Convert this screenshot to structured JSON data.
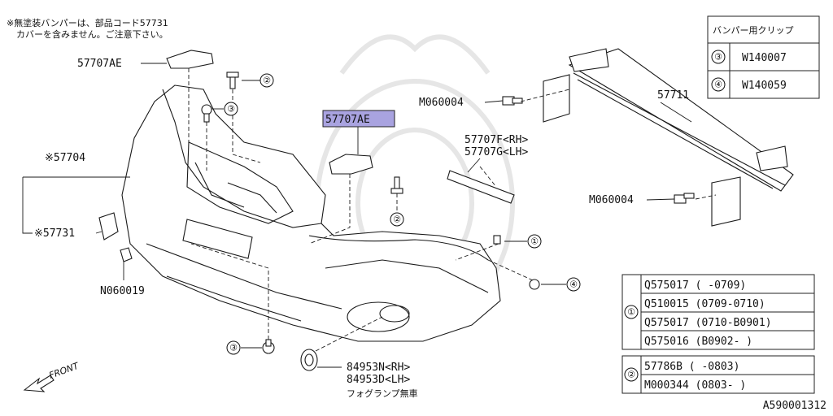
{
  "note": {
    "line1": "※無塗装バンパーは、部品コード57731",
    "line2": "カバーを含みません。ご注意下さい。"
  },
  "labels": {
    "bracket_top": "57707AE",
    "bracket_center": "57707AE",
    "bumper_face": "※57704",
    "cover_57731": "※57731",
    "n060019": "N060019",
    "m060004_top": "M060004",
    "m060004_bottom": "M060004",
    "beam": "57711",
    "bracket_rh": "57707F<RH>",
    "bracket_lh": "57707G<LH>",
    "fog_rh": "84953N<RH>",
    "fog_lh": "84953D<LH>",
    "fog_note": "フォグランプ無車",
    "front": "FRONT",
    "code": "A590001312"
  },
  "callouts": [
    "①",
    "②",
    "③",
    "④"
  ],
  "clip_table": {
    "title": "バンパー用クリップ",
    "rows": [
      {
        "mark": "③",
        "part": "W140007"
      },
      {
        "mark": "④",
        "part": "W140059"
      }
    ]
  },
  "parts_table_1": {
    "mark": "①",
    "rows": [
      "Q575017 (      -0709)",
      "Q510015 (0709-0710)",
      "Q575017 (0710-B0901)",
      "Q575016 (B0902-    )"
    ]
  },
  "parts_table_2": {
    "mark": "②",
    "rows": [
      "57786B (      -0803)",
      "M000344 (0803-      )"
    ]
  }
}
